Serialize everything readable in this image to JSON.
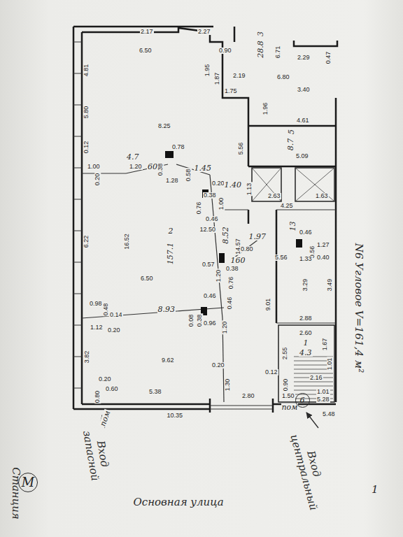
{
  "diagram": {
    "nodes": [
      {
        "text": [
          "6"
        ]
      },
      {
        "text": [
          "М"
        ]
      }
    ],
    "labels": [
      "2.17",
      "2.27",
      "0.90",
      "3",
      "28.8",
      "6.71",
      "2.29",
      "0.47",
      "6.50",
      "4.81",
      "1.95",
      "1.87",
      "6.80",
      "2.19",
      "3.40",
      "1.75",
      "1.96",
      "5.80",
      "4.61",
      "5",
      "8.7",
      "8.25",
      "0.12",
      "5.56",
      "5.09",
      "4.7",
      "0.78",
      "1.00",
      "1.20",
      "60",
      "0.38",
      "0.58",
      "1.45",
      "0.20",
      "1.28",
      "0.20",
      "1.40",
      "1.13",
      "2.63",
      "1.63",
      "0.38",
      "0.76",
      "1.00",
      "4.25",
      "0.46",
      "13",
      "12.50",
      "0.46",
      "8.52",
      "1.97",
      "14.57",
      "0.56",
      "6.22",
      "16.52",
      "2",
      "157.1",
      "0.80",
      "1.27",
      "1.33",
      "0.40",
      "5.56",
      "160",
      "6.50",
      "0.57",
      "1.20",
      "0.38",
      "0.76",
      "3.29",
      "3.49",
      "9.01",
      "0.46",
      "0.46",
      "0.98",
      "0.48",
      "0.14",
      "8.93",
      "0.38",
      "0.96",
      "0.08",
      "1.12",
      "0.20",
      "1.20",
      "2.88",
      "2.60",
      "1",
      "4.3",
      "1.67",
      "1.01",
      "2.55",
      "3.82",
      "9.62",
      "0.20",
      "0.12",
      "2.16",
      "0.20",
      "0.60",
      "0.80",
      "5.38",
      "1.30",
      "2.80",
      "0.90",
      "1.50",
      "пом",
      "1.01",
      "5.28",
      "5.48",
      "10.35",
      "пом",
      "Вход запасной",
      "Вход центральный",
      "N6 Угловое V=161,4 м²",
      "Основная улица",
      "Станция",
      "1"
    ]
  }
}
